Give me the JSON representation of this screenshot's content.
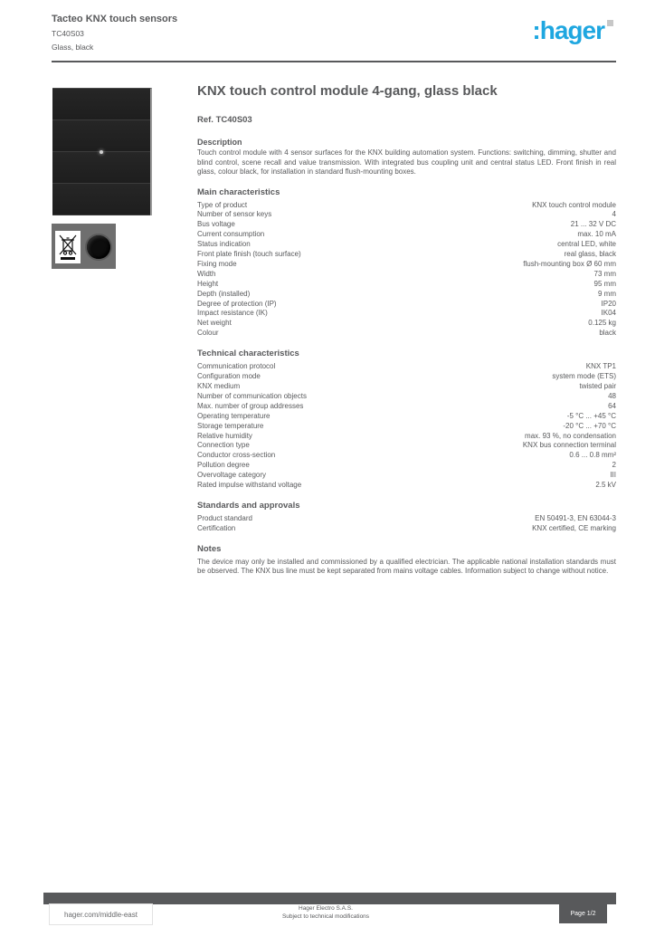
{
  "colors": {
    "brand_cyan": "#1fa7e0",
    "text_gray": "#58595b",
    "footer_band": "#58595b"
  },
  "header": {
    "category": "Tacteo KNX touch sensors",
    "subline1": "TC40S03",
    "subline2": "Glass, black",
    "logo_text": ":hager"
  },
  "product": {
    "title": "KNX touch control module 4-gang, glass black",
    "reference": "Ref. TC40S03"
  },
  "icons": {
    "weee": "weee-crossed-out-bin-icon",
    "round_photo": "product-round-detail-photo",
    "status_led": "central-status-led"
  },
  "description": {
    "heading": "Description",
    "text": "Touch control module with 4 sensor surfaces for the KNX building automation system. Functions: switching, dimming, shutter and blind control, scene recall and value transmission. With integrated bus coupling unit and central status LED. Front finish in real glass, colour black, for installation in standard flush-mounting boxes."
  },
  "sections": [
    {
      "heading": "Main characteristics",
      "rows": [
        {
          "label": "Type of product",
          "value": "KNX touch control module"
        },
        {
          "label": "Number of sensor keys",
          "value": "4"
        },
        {
          "label": "Bus voltage",
          "value": "21 ... 32 V DC"
        },
        {
          "label": "Current consumption",
          "value": "max. 10 mA"
        },
        {
          "label": "Status indication",
          "value": "central LED, white"
        },
        {
          "label": "Front plate finish (touch surface)",
          "value": "real glass, black"
        },
        {
          "label": "Fixing mode",
          "value": "flush-mounting box Ø 60 mm"
        },
        {
          "label": "Width",
          "value": "73 mm"
        },
        {
          "label": "Height",
          "value": "95 mm"
        },
        {
          "label": "Depth (installed)",
          "value": "9 mm"
        },
        {
          "label": "Degree of protection (IP)",
          "value": "IP20"
        },
        {
          "label": "Impact resistance (IK)",
          "value": "IK04"
        },
        {
          "label": "Net weight",
          "value": "0.125 kg"
        },
        {
          "label": "Colour",
          "value": "black"
        }
      ]
    },
    {
      "heading": "Technical characteristics",
      "rows": [
        {
          "label": "Communication protocol",
          "value": "KNX TP1"
        },
        {
          "label": "Configuration mode",
          "value": "system mode (ETS)"
        },
        {
          "label": "KNX medium",
          "value": "twisted pair"
        },
        {
          "label": "Number of communication objects",
          "value": "48"
        },
        {
          "label": "Max. number of group addresses",
          "value": "64"
        },
        {
          "label": "Operating temperature",
          "value": "-5 °C ... +45 °C"
        },
        {
          "label": "Storage temperature",
          "value": "-20 °C ... +70 °C"
        },
        {
          "label": "Relative humidity",
          "value": "max. 93 %, no condensation"
        },
        {
          "label": "Connection type",
          "value": "KNX bus connection terminal"
        },
        {
          "label": "Conductor cross-section",
          "value": "0.6 ... 0.8 mm²"
        },
        {
          "label": "Pollution degree",
          "value": "2"
        },
        {
          "label": "Overvoltage category",
          "value": "III"
        },
        {
          "label": "Rated impulse withstand voltage",
          "value": "2.5 kV"
        }
      ]
    },
    {
      "heading": "Standards and approvals",
      "rows": [
        {
          "label": "Product standard",
          "value": "EN 50491-3, EN 63044-3"
        },
        {
          "label": "Certification",
          "value": "KNX certified, CE marking"
        }
      ]
    }
  ],
  "notes": {
    "heading": "Notes",
    "text": "The device may only be installed and commissioned by a qualified electrician. The applicable national installation standards must be observed. The KNX bus line must be kept separated from mains voltage cables. Information subject to change without notice."
  },
  "footer": {
    "website": "hager.com/middle-east",
    "center_line1": "Hager Electro S.A.S.",
    "center_line2": "Subject to technical modifications",
    "page_label": "Page 1/2"
  }
}
